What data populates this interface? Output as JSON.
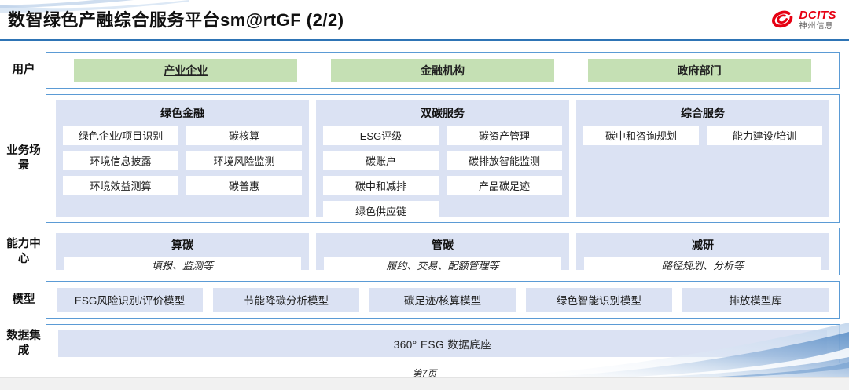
{
  "header": {
    "title": "数智绿色产融综合服务平台sm@rtGF (2/2)",
    "logo_name": "DCITS",
    "logo_subtext": "神州信息"
  },
  "rows": {
    "users": {
      "label": "用户",
      "items": [
        "产业企业",
        "金融机构",
        "政府部门"
      ]
    },
    "scenarios": {
      "label": "业务场景",
      "columns": [
        {
          "title": "绿色金融",
          "items": [
            "绿色企业/项目识别",
            "碳核算",
            "环境信息披露",
            "环境风险监测",
            "环境效益测算",
            "碳普惠"
          ]
        },
        {
          "title": "双碳服务",
          "items": [
            "ESG评级",
            "碳资产管理",
            "碳账户",
            "碳排放智能监测",
            "碳中和减排",
            "产品碳足迹",
            "绿色供应链"
          ]
        },
        {
          "title": "综合服务",
          "items": [
            "碳中和咨询规划",
            "能力建设/培训"
          ]
        }
      ]
    },
    "capabilities": {
      "label": "能力中心",
      "columns": [
        {
          "title": "算碳",
          "desc": "填报、监测等"
        },
        {
          "title": "管碳",
          "desc": "履约、交易、配额管理等"
        },
        {
          "title": "减研",
          "desc": "路径规划、分析等"
        }
      ]
    },
    "models": {
      "label": "模型",
      "items": [
        "ESG风险识别/评价模型",
        "节能降碳分析模型",
        "碳足迹/核算模型",
        "绿色智能识别模型",
        "排放模型库"
      ]
    },
    "data_integration": {
      "label": "数据集成",
      "item": "360° ESG 数据底座"
    }
  },
  "footer": {
    "page": "第7页"
  },
  "colors": {
    "frame_border": "#5b9bd5",
    "panel_fill": "#dbe2f3",
    "user_green": "#c5e0b4",
    "title_rule": "#2e74b5",
    "logo_red": "#e60012",
    "bottom_strip": "#f1f1f1"
  }
}
